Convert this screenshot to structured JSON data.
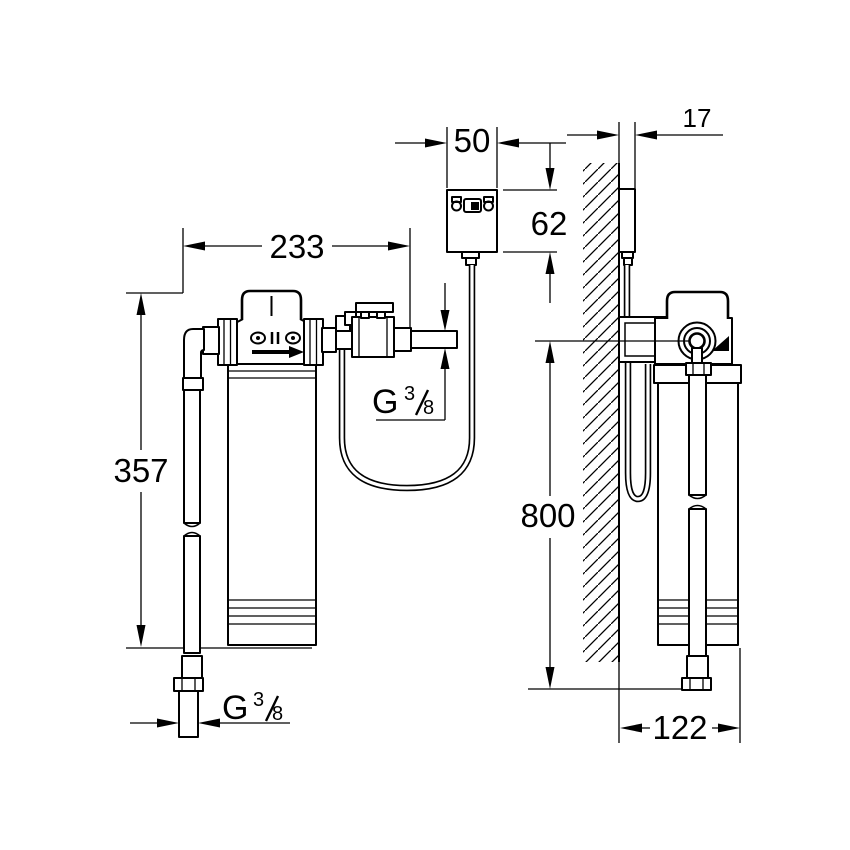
{
  "dimensions": {
    "control_box_width": "50",
    "wall_clearance": "17",
    "control_box_height": "62",
    "assembly_width": "233",
    "filter_height": "357",
    "hose_length": "800",
    "assembly_depth": "122"
  },
  "thread_labels": {
    "outlet": {
      "letter": "G",
      "numerator": "3",
      "denominator": "8"
    },
    "hose_end": {
      "letter": "G",
      "numerator": "3",
      "denominator": "8"
    }
  },
  "colors": {
    "line": "#000000",
    "background": "#ffffff"
  }
}
